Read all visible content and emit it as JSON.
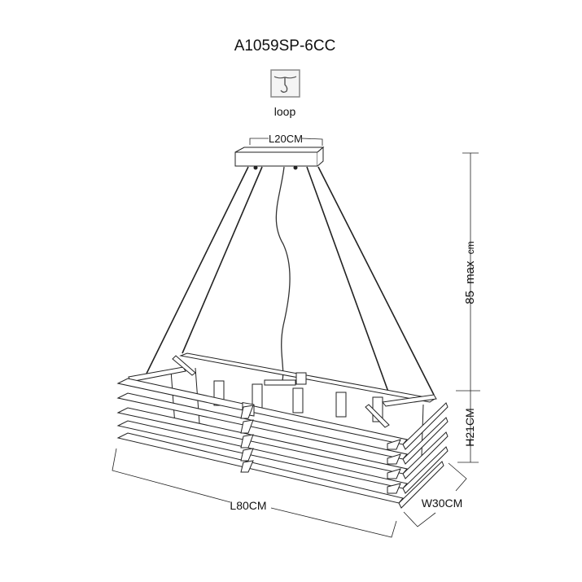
{
  "title": "A1059SP-6CC",
  "mount": {
    "icon": "hook-icon",
    "label": "loop"
  },
  "dimensions": {
    "canopy_length": "L20CM",
    "max_height_value": "85",
    "max_height_word": "max",
    "max_height_unit": "cm",
    "body_height": "H21CM",
    "length": "L80CM",
    "width": "W30CM"
  }
}
